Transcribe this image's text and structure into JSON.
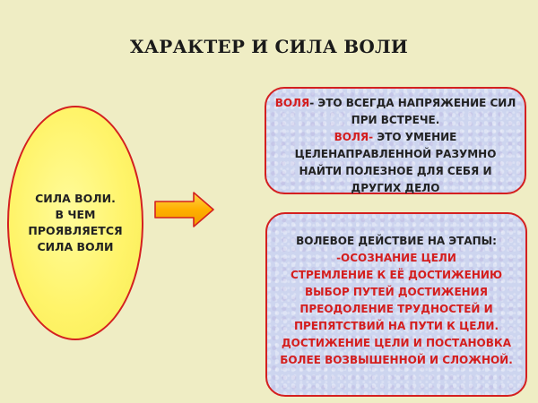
{
  "title": "ХАРАКТЕР И СИЛА ВОЛИ",
  "ellipse": {
    "lines": [
      "СИЛА ВОЛИ.",
      "В ЧЕМ",
      "ПРОЯВЛЯЕТСЯ",
      "СИЛА ВОЛИ"
    ]
  },
  "box1": {
    "def1_term": "ВОЛЯ",
    "def1_rest_a": "- ЭТО ВСЕГДА НАПРЯЖЕНИЕ СИЛ",
    "def1_rest_b": "ПРИ ВСТРЕЧЕ.",
    "def2_term": "ВОЛЯ-",
    "def2_rest_a": " ЭТО УМЕНИЕ",
    "def2_rest_b": "ЦЕЛЕНАПРАВЛЕННОЙ РАЗУМНО",
    "def2_rest_c": "НАЙТИ ПОЛЕЗНОЕ ДЛЯ СЕБЯ И",
    "def2_rest_d": "ДРУГИХ ДЕЛО"
  },
  "box2": {
    "heading": "ВОЛЕВОЕ ДЕЙСТВИЕ НА ЭТАПЫ:",
    "lines": [
      "-ОСОЗНАНИЕ  ЦЕЛИ",
      "СТРЕМЛЕНИЕ К ЕЁ ДОСТИЖЕНИЮ",
      "ВЫБОР ПУТЕЙ  ДОСТИЖЕНИЯ",
      "ПРЕОДОЛЕНИЕ ТРУДНОСТЕЙ И",
      "ПРЕПЯТСТВИЙ  НА ПУТИ К ЦЕЛИ.",
      "ДОСТИЖЕНИЕ ЦЕЛИ  И ПОСТАНОВКА",
      "БОЛЕЕ  ВОЗВЫШЕННОЙ И СЛОЖНОЙ."
    ]
  },
  "colors": {
    "background": "#efedc4",
    "accent_red": "#d41e1e",
    "ellipse_fill": "#fff46a",
    "box_fill": "#cdd5ef",
    "arrow_fill": "#ffb000"
  }
}
